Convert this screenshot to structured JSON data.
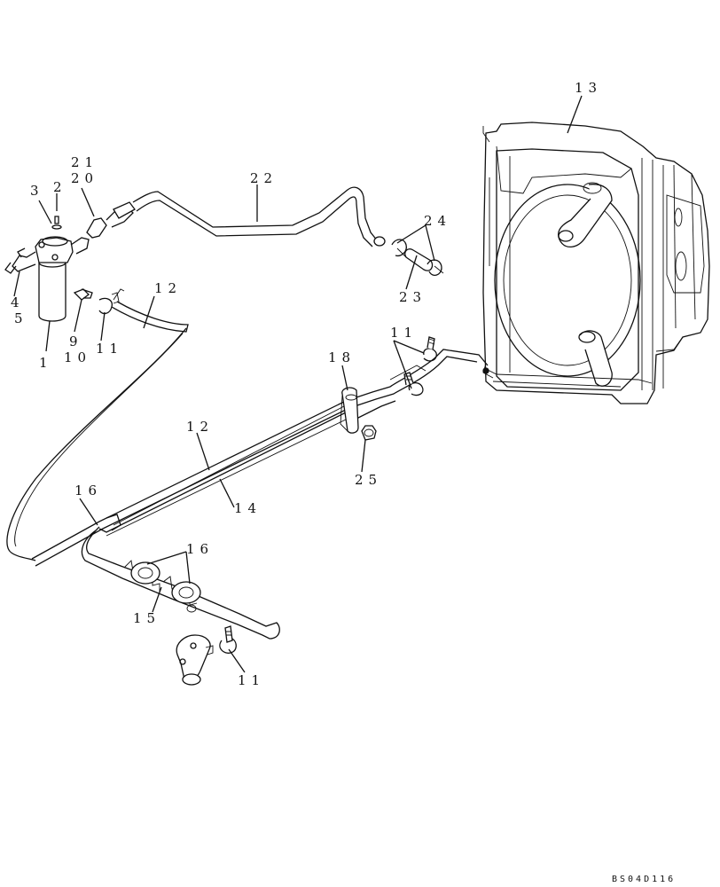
{
  "callouts": {
    "c1": "1",
    "c2": "2",
    "c3": "3",
    "c4": "4",
    "c5": "5",
    "c9": "9",
    "c10": "10",
    "c11a": "11",
    "c11b": "11",
    "c11c": "11",
    "c12a": "12",
    "c12b": "12",
    "c13": "13",
    "c14": "14",
    "c15": "15",
    "c16a": "16",
    "c16b": "16",
    "c18": "18",
    "c20": "20",
    "c21": "21",
    "c22": "22",
    "c23": "23",
    "c24": "24",
    "c25": "25"
  },
  "drawing_ref": "BS04D116"
}
